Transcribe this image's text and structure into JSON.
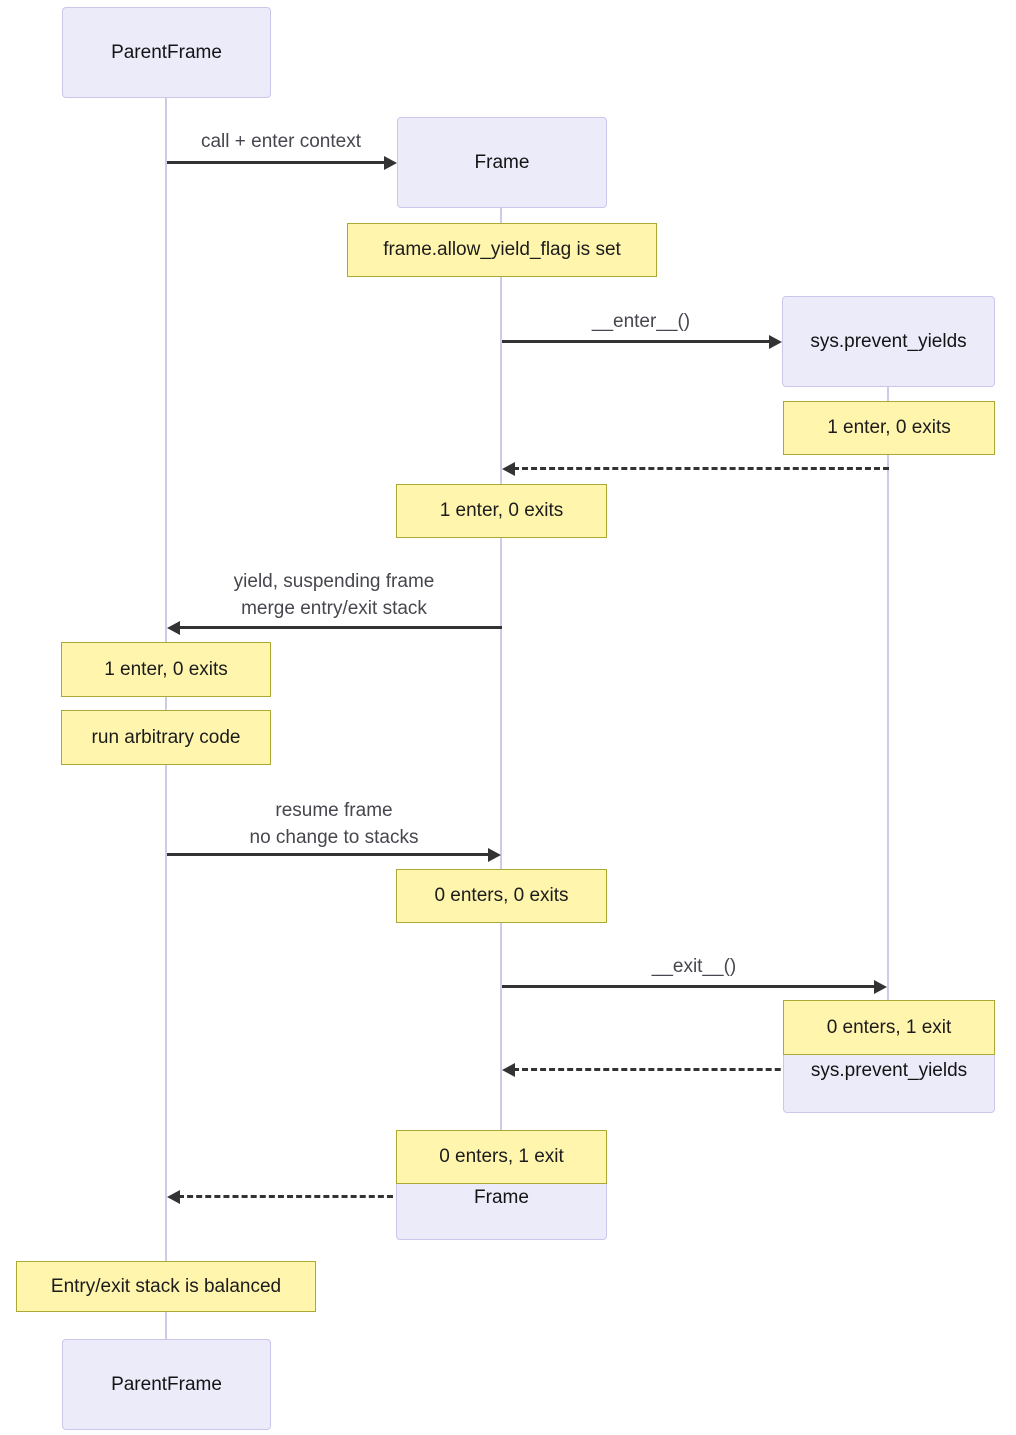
{
  "actors": [
    {
      "name": "ParentFrame"
    },
    {
      "name": "Frame"
    },
    {
      "name": "sys.prevent_yields"
    }
  ],
  "messages": {
    "call_enter": "call + enter context",
    "enter": "__enter__()",
    "yield_line1": "yield, suspending frame",
    "yield_line2": "merge entry/exit stack",
    "resume_line1": "resume frame",
    "resume_line2": "no change to stacks",
    "exit": "__exit__()"
  },
  "notes": {
    "flag_set": "frame.allow_yield_flag is set",
    "sys_enter": "1 enter, 0 exits",
    "frame_enter": "1 enter, 0 exits",
    "parent_enter": "1 enter, 0 exits",
    "run_code": "run arbitrary code",
    "frame_resume": "0 enters, 0 exits",
    "sys_exit": "0 enters, 1 exit",
    "frame_exit": "0 enters, 1 exit",
    "balanced": "Entry/exit stack is balanced"
  },
  "colors": {
    "actor_fill": "#ecebfa",
    "actor_border": "#ccc6ea",
    "note_fill": "#fff5ad",
    "note_border": "#aaaa33",
    "arrow": "#333333",
    "lifeline": "#d0cae8",
    "message_text": "#46464e",
    "actor_text": "#141414",
    "note_text": "#1c1c1c"
  }
}
